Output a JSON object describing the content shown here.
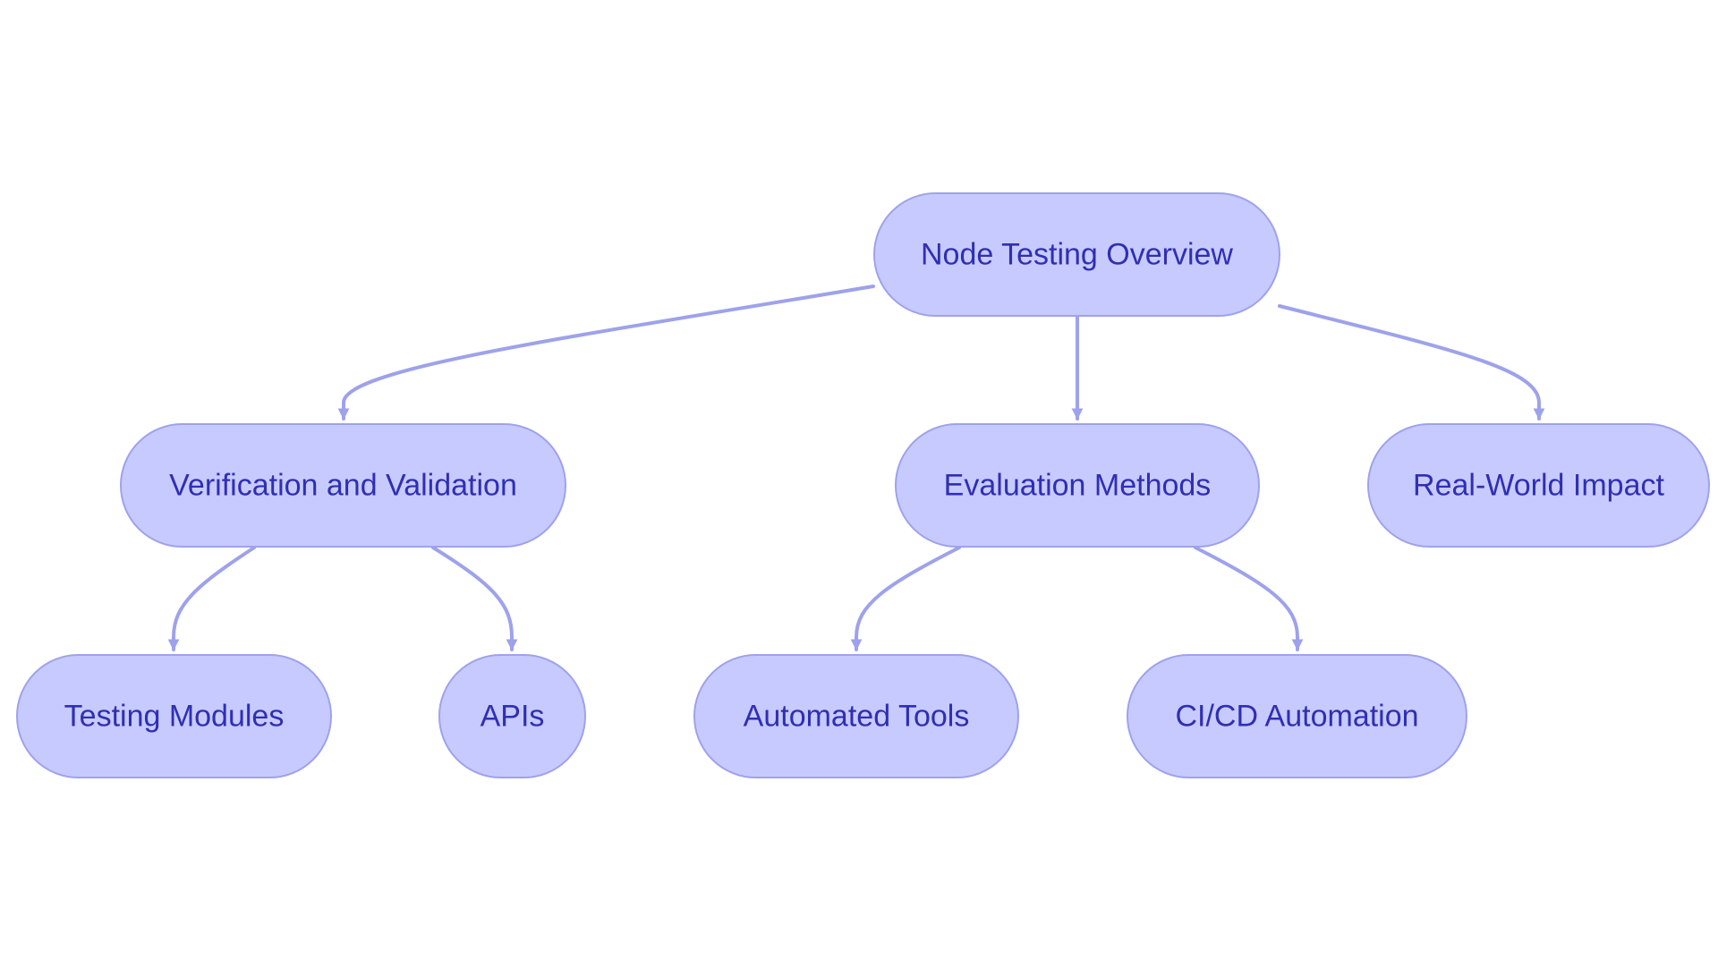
{
  "theme": {
    "node_fill": "#c7caff",
    "node_stroke": "#9ea2eb",
    "text_color": "#2f2fb3",
    "edge_color": "#9ea2eb",
    "background": "#ffffff"
  },
  "diagram": {
    "nodes": [
      {
        "id": "root",
        "label": "Node Testing Overview"
      },
      {
        "id": "vv",
        "label": "Verification and Validation"
      },
      {
        "id": "eval",
        "label": "Evaluation Methods"
      },
      {
        "id": "impact",
        "label": "Real-World Impact"
      },
      {
        "id": "modules",
        "label": "Testing Modules"
      },
      {
        "id": "apis",
        "label": "APIs"
      },
      {
        "id": "tools",
        "label": "Automated Tools"
      },
      {
        "id": "cicd",
        "label": "CI/CD Automation"
      }
    ],
    "edges": [
      {
        "from": "root",
        "to": "vv"
      },
      {
        "from": "root",
        "to": "eval"
      },
      {
        "from": "root",
        "to": "impact"
      },
      {
        "from": "vv",
        "to": "modules"
      },
      {
        "from": "vv",
        "to": "apis"
      },
      {
        "from": "eval",
        "to": "tools"
      },
      {
        "from": "eval",
        "to": "cicd"
      }
    ]
  }
}
